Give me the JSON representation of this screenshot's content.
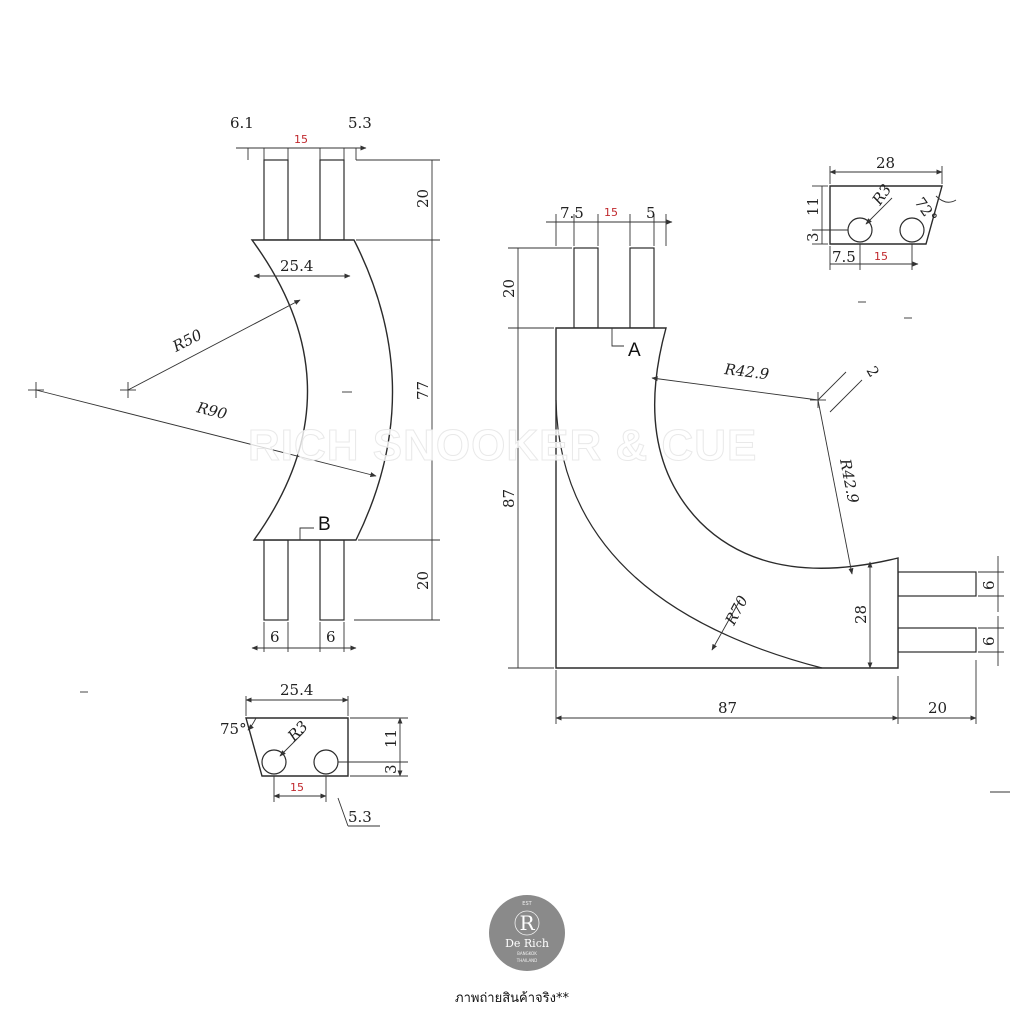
{
  "watermark": "RICH SNOOKER & CUE",
  "caption": "ภาพถ่ายสินค้าจริง**",
  "logo": {
    "letter": "R",
    "brand": "De Rich",
    "sub_top": "EST",
    "sub_mid": "BANGKOK",
    "sub_bottom": "THAILAND",
    "color": "#8a8a8a"
  },
  "left_part": {
    "top_dims": [
      "6.1",
      "15",
      "5.3"
    ],
    "right_dims": [
      "20",
      "77",
      "20"
    ],
    "width": "25.4",
    "radius_inner": "R50",
    "radius_outer": "R90",
    "label_b": "B",
    "bottom_dims": [
      "6",
      "6"
    ]
  },
  "left_section": {
    "width": "25.4",
    "angle": "75°",
    "hole_radius": "R3",
    "height": "11",
    "offset": "3",
    "spacing": "15",
    "edge": "5.3"
  },
  "right_part": {
    "top_dims": [
      "7.5",
      "15",
      "5"
    ],
    "left_height_top": "20",
    "left_height": "87",
    "label_a": "A",
    "radius_a": "R42.9",
    "radius_b": "R42.9",
    "corner": "2",
    "radius_outer": "R70",
    "end_height": "28",
    "pin_dims": [
      "6",
      "6"
    ],
    "bottom_dims": [
      "87",
      "20"
    ]
  },
  "right_section": {
    "width": "28",
    "height": "11",
    "offset": "3",
    "hole_radius": "R3",
    "angle": "72°",
    "edge": "7.5",
    "spacing": "15"
  }
}
